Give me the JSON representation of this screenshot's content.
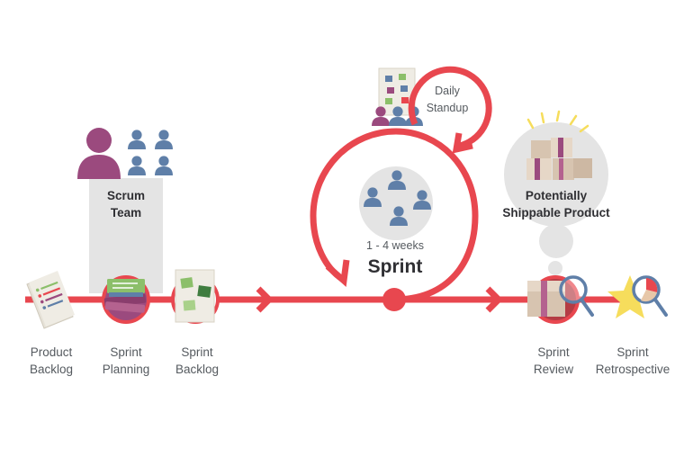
{
  "colors": {
    "accent": "#e8474f",
    "person_blue": "#5f7fa8",
    "person_purple": "#9b4a7e",
    "panel_gray": "#e4e4e4",
    "note_green": "#8cbf6a",
    "dark_green": "#3f7d3f",
    "box_tan": "#d7c4b0",
    "star_yellow": "#f6dd5c"
  },
  "roles": {
    "scrum_team": [
      "Scrum",
      "Team"
    ],
    "daily_standup": [
      "Daily",
      "Standup"
    ],
    "potentially_shippable": [
      "Potentially",
      "Shippable Product"
    ]
  },
  "sprint": {
    "duration": "1 - 4 weeks",
    "title": "Sprint"
  },
  "stages": [
    {
      "key": "product_backlog",
      "lines": [
        "Product",
        "Backlog"
      ],
      "icon": "document-list-icon"
    },
    {
      "key": "sprint_planning",
      "lines": [
        "Sprint",
        "Planning"
      ],
      "icon": "stacked-cards-icon"
    },
    {
      "key": "sprint_backlog",
      "lines": [
        "Sprint",
        "Backlog"
      ],
      "icon": "sticky-notes-icon"
    },
    {
      "key": "sprint_review",
      "lines": [
        "Sprint",
        "Review"
      ],
      "icon": "magnified-box-icon"
    },
    {
      "key": "sprint_retrospective",
      "lines": [
        "Sprint",
        "Retrospective"
      ],
      "icon": "magnified-star-icon"
    }
  ]
}
